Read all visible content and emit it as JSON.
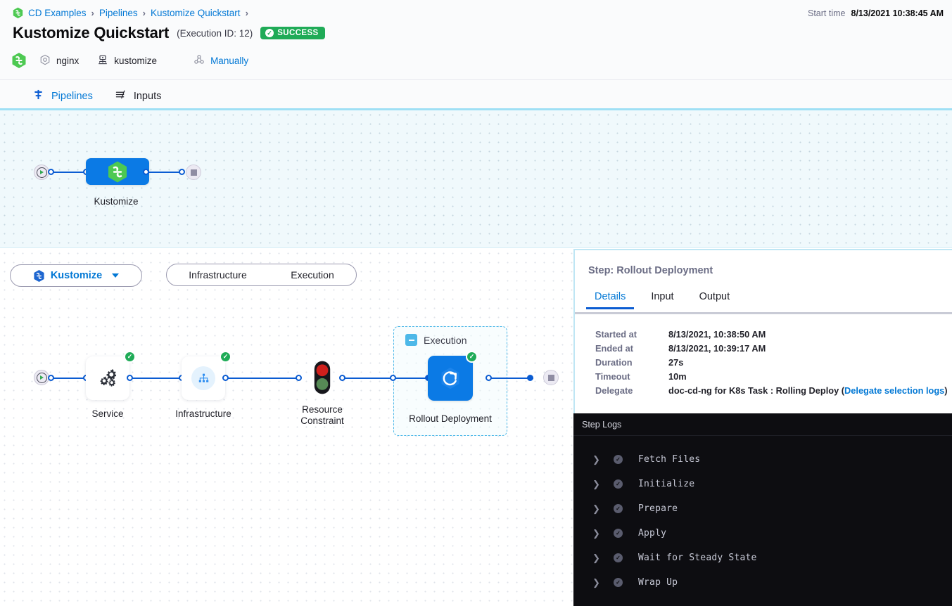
{
  "header": {
    "breadcrumb": [
      {
        "label": "CD Examples",
        "icon": "harness-hexagon-icon"
      },
      {
        "label": "Pipelines"
      },
      {
        "label": "Kustomize Quickstart"
      }
    ],
    "title": "Kustomize Quickstart",
    "execution_id": "(Execution ID: 12)",
    "status": "SUCCESS",
    "status_color": "#1fab57",
    "meta": {
      "service": "nginx",
      "service_icon": "service-hexagon-icon",
      "infrastructure": "kustomize",
      "infrastructure_icon": "infrastructure-icon",
      "trigger": "Manually",
      "trigger_icon": "trigger-icon"
    },
    "start_time_label": "Start time",
    "start_time_value": "8/13/2021 10:38:45 AM"
  },
  "main_tabs": [
    {
      "label": "Pipelines",
      "icon": "pipeline-icon",
      "active": true
    },
    {
      "label": "Inputs",
      "icon": "inputs-icon",
      "active": false
    }
  ],
  "pipeline_graph": {
    "nodes": [
      {
        "name": "Kustomize",
        "type": "stage",
        "status": "success",
        "icon": "harness-hexagon-icon"
      }
    ],
    "start_icon": "play-icon",
    "end_icon": "stop-icon"
  },
  "stage_bar": {
    "stage_label": "Kustomize",
    "stage_icon": "kustomize-hexagon-icon",
    "steps": [
      "Infrastructure",
      "Execution"
    ]
  },
  "execution_graph": {
    "nodes": [
      {
        "name": "Service",
        "icon": "service-gears-icon",
        "status": "success"
      },
      {
        "name": "Infrastructure",
        "icon": "infrastructure-tree-icon",
        "status": "success"
      },
      {
        "name": "Resource Constraint",
        "icon": "traffic-light-icon",
        "status": "none"
      },
      {
        "name": "Rollout Deployment",
        "icon": "rollout-refresh-icon",
        "status": "success"
      }
    ],
    "group": {
      "label": "Execution",
      "collapse_icon": "minus-icon"
    }
  },
  "right_panel": {
    "step_title": "Step: Rollout Deployment",
    "tabs": [
      {
        "label": "Details",
        "active": true
      },
      {
        "label": "Input",
        "active": false
      },
      {
        "label": "Output",
        "active": false
      }
    ],
    "details": [
      {
        "key": "Started at",
        "value": "8/13/2021, 10:38:50 AM"
      },
      {
        "key": "Ended at",
        "value": "8/13/2021, 10:39:17 AM"
      },
      {
        "key": "Duration",
        "value": "27s"
      },
      {
        "key": "Timeout",
        "value": "10m"
      }
    ],
    "delegate": {
      "key": "Delegate",
      "value_prefix": "doc-cd-ng for K8s Task : Rolling Deploy (",
      "link": "Delegate selection logs",
      "value_suffix": ")"
    }
  },
  "logs": {
    "header": "Step Logs",
    "rows": [
      {
        "label": "Fetch Files",
        "status": "success"
      },
      {
        "label": "Initialize",
        "status": "success"
      },
      {
        "label": "Prepare",
        "status": "success"
      },
      {
        "label": "Apply",
        "status": "success"
      },
      {
        "label": "Wait for Steady State",
        "status": "success"
      },
      {
        "label": "Wrap Up",
        "status": "success"
      }
    ],
    "chevron_icon": "chevron-right-icon"
  }
}
